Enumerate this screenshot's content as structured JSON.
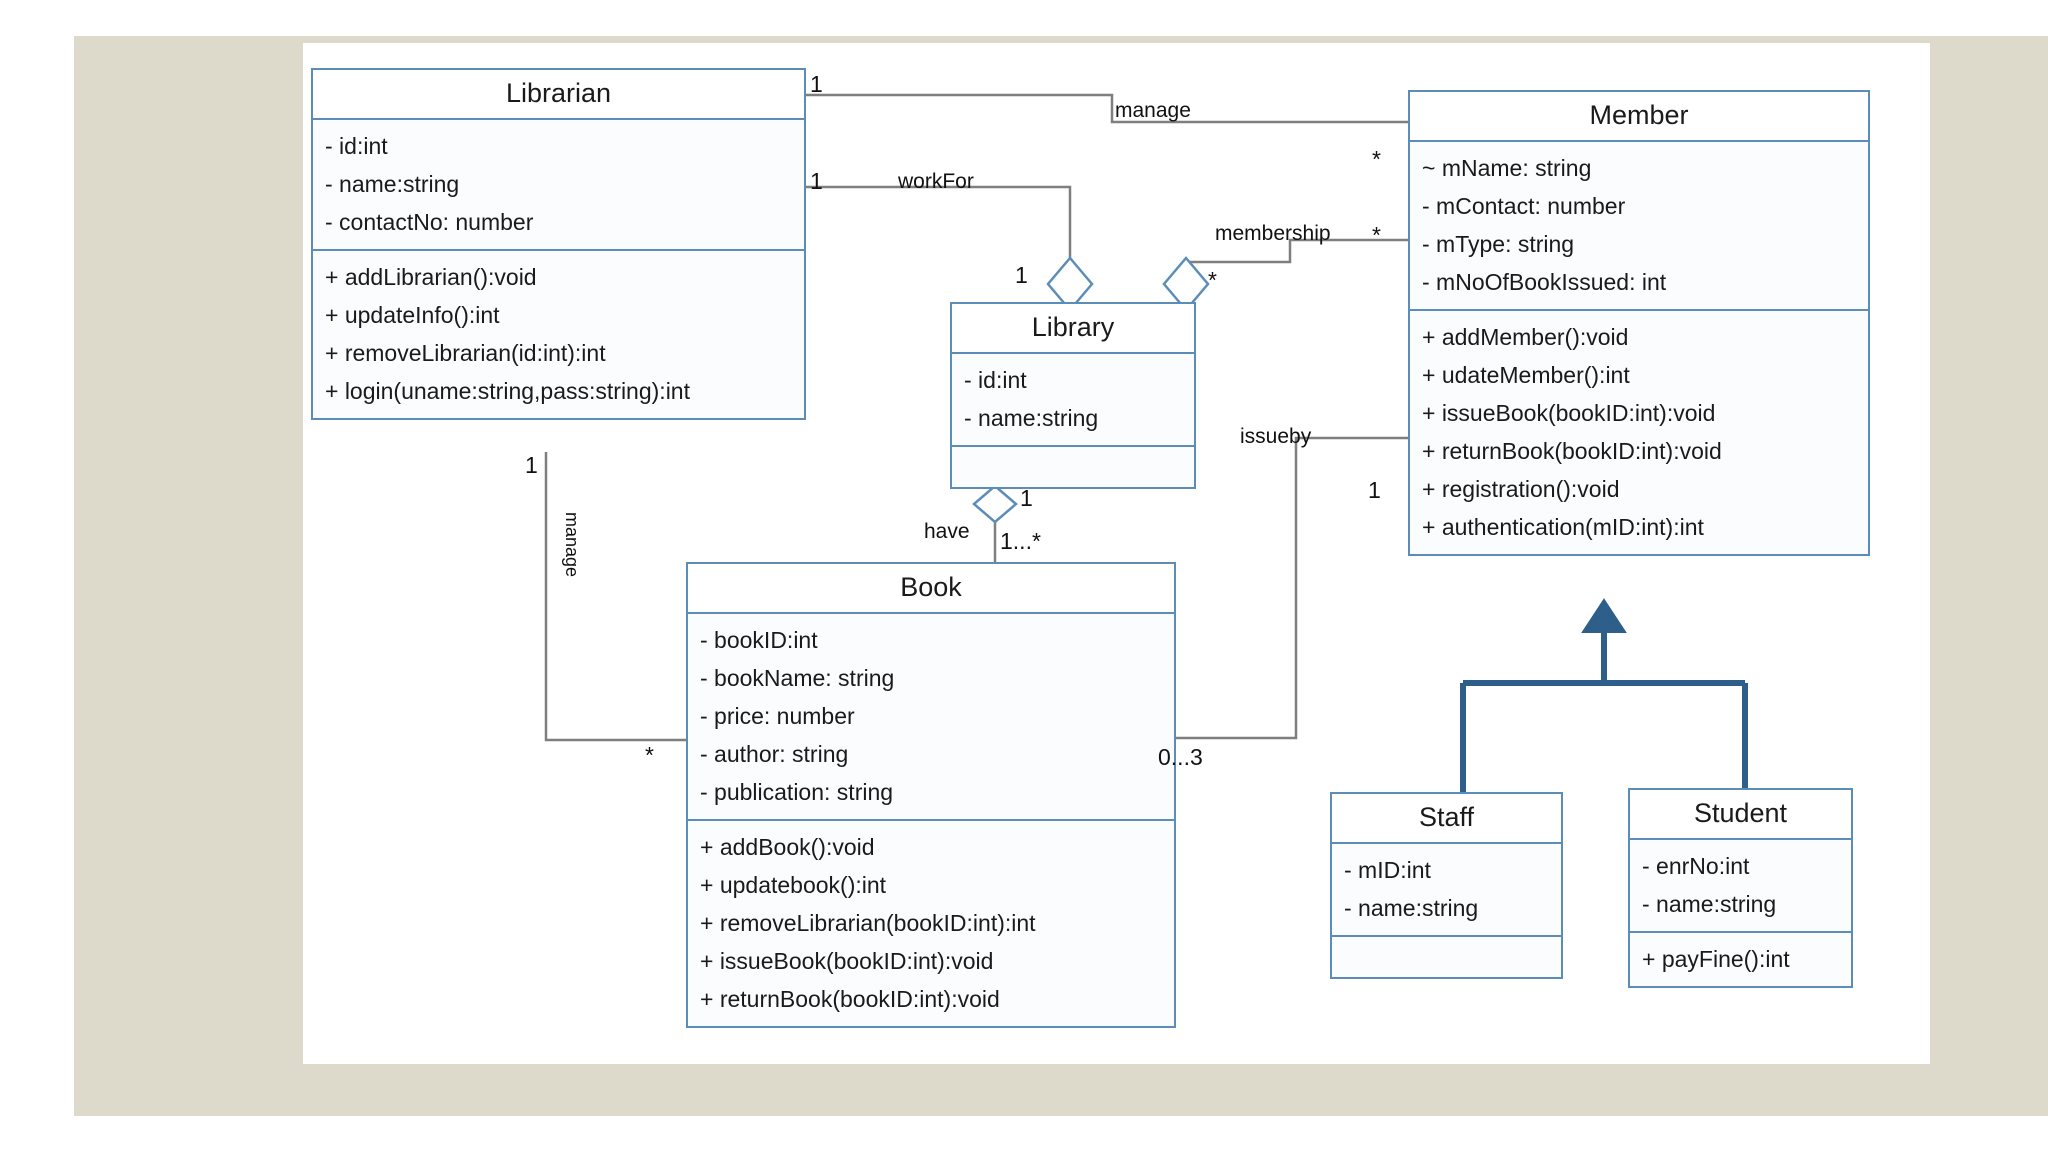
{
  "diagram": {
    "kind": "uml-class-diagram",
    "title": "Library Management System Class Diagram",
    "colors": {
      "slide_background": "#dedacb",
      "canvas": "#ffffff",
      "class_border": "#5b8db8",
      "class_fill": "#fdfdff",
      "connector": "#7f7f7f",
      "inheritance_connector": "#2e5f8a",
      "text": "#1a1a1a"
    }
  },
  "classes": {
    "librarian": {
      "name": "Librarian",
      "attributes": [
        "- id:int",
        "- name:string",
        "- contactNo: number"
      ],
      "methods": [
        "+ addLibrarian():void",
        "+ updateInfo():int",
        "+ removeLibrarian(id:int):int",
        "+ login(uname:string,pass:string):int"
      ]
    },
    "member": {
      "name": "Member",
      "attributes": [
        "~ mName: string",
        "- mContact: number",
        "- mType: string",
        "- mNoOfBookIssued:  int"
      ],
      "methods": [
        "+ addMember():void",
        "+ udateMember():int",
        "+ issueBook(bookID:int):void",
        "+ returnBook(bookID:int):void",
        "+ registration():void",
        "+ authentication(mID:int):int"
      ]
    },
    "library": {
      "name": "Library",
      "attributes": [
        "- id:int",
        "- name:string"
      ],
      "methods": []
    },
    "book": {
      "name": "Book",
      "attributes": [
        "- bookID:int",
        "- bookName: string",
        "- price: number",
        "- author: string",
        "- publication: string"
      ],
      "methods": [
        "+ addBook():void",
        "+ updatebook():int",
        "+ removeLibrarian(bookID:int):int",
        "+ issueBook(bookID:int):void",
        "+ returnBook(bookID:int):void"
      ]
    },
    "staff": {
      "name": "Staff",
      "attributes": [
        "- mID:int",
        "- name:string"
      ],
      "methods": []
    },
    "student": {
      "name": "Student",
      "attributes": [
        "- enrNo:int",
        "- name:string"
      ],
      "methods": [
        "+ payFine():int"
      ]
    }
  },
  "relationships": {
    "manage_member": {
      "label": "manage",
      "from": "Librarian",
      "to": "Member",
      "from_multiplicity": "1",
      "to_multiplicity": "*"
    },
    "work_for": {
      "label": "workFor",
      "from": "Librarian",
      "to": "Library",
      "from_multiplicity": "1",
      "to_multiplicity": "1",
      "type": "aggregation"
    },
    "membership": {
      "label": "membership",
      "from": "Library",
      "to": "Member",
      "from_multiplicity": "*",
      "to_multiplicity": "*",
      "type": "aggregation"
    },
    "have": {
      "label": "have",
      "from": "Library",
      "to": "Book",
      "from_multiplicity": "1",
      "to_multiplicity": "1...*",
      "type": "aggregation"
    },
    "manage_book": {
      "label": "manage",
      "from": "Librarian",
      "to": "Book",
      "from_multiplicity": "1",
      "to_multiplicity": "*"
    },
    "issueby": {
      "label": "issueby",
      "from": "Book",
      "to": "Member",
      "from_multiplicity": "0...3",
      "to_multiplicity": "1"
    },
    "generalization_staff": {
      "from": "Staff",
      "to": "Member",
      "type": "inheritance"
    },
    "generalization_student": {
      "from": "Student",
      "to": "Member",
      "type": "inheritance"
    }
  }
}
